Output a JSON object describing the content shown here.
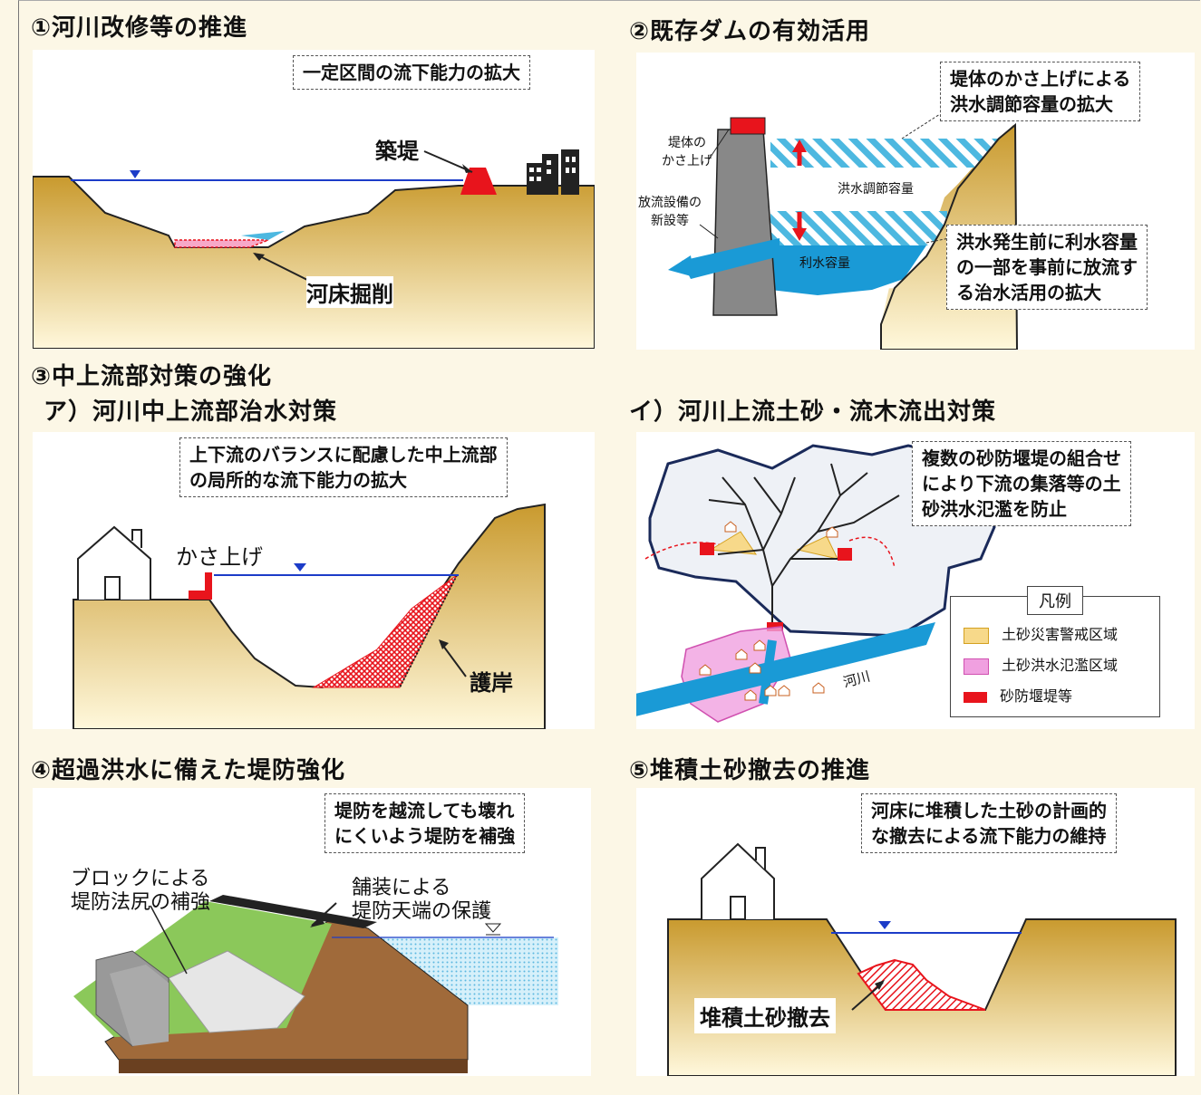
{
  "sections": {
    "s1": {
      "title": "①河川改修等の推進",
      "note": "一定区間の流下能力の拡大",
      "label_levee": "築堤",
      "label_excavation": "河床掘削"
    },
    "s2": {
      "title": "②既存ダムの有効活用",
      "note_top_line1": "堤体のかさ上げによる",
      "note_top_line2": "洪水調節容量の拡大",
      "note_bottom_line1": "洪水発生前に利水容量",
      "note_bottom_line2": "の一部を事前に放流す",
      "note_bottom_line3": "る治水活用の拡大",
      "label_raise_line1": "堤体の",
      "label_raise_line2": "かさ上げ",
      "label_outlet_line1": "放流設備の",
      "label_outlet_line2": "新設等",
      "label_flood_capacity": "洪水調節容量",
      "label_water_use": "利水容量"
    },
    "s3": {
      "title": "③中上流部対策の強化",
      "sub_a": "ア）河川中上流部治水対策",
      "sub_b": "イ）河川上流土砂・流木流出対策",
      "note_a_line1": "上下流のバランスに配慮した中上流部",
      "note_a_line2": "の局所的な流下能力の拡大",
      "label_raise": "かさ上げ",
      "label_revetment": "護岸",
      "note_b_line1": "複数の砂防堰堤の組合せ",
      "note_b_line2": "により下流の集落等の土",
      "note_b_line3": "砂洪水氾濫を防止",
      "label_river": "河川",
      "legend": {
        "title": "凡例",
        "items": [
          "土砂災害警戒区域",
          "土砂洪水氾濫区域",
          "砂防堰堤等"
        ]
      }
    },
    "s4": {
      "title": "④超過洪水に備えた堤防強化",
      "note_line1": "堤防を越流しても壊れ",
      "note_line2": "にくいよう堤防を補強",
      "label_block_line1": "ブロックによる",
      "label_block_line2": "堤防法尻の補強",
      "label_pave_line1": "舗装による",
      "label_pave_line2": "堤防天端の保護"
    },
    "s5": {
      "title": "⑤堆積土砂撤去の推進",
      "note_line1": "河床に堆積した土砂の計画的",
      "note_line2": "な撤去による流下能力の維持",
      "label_removal": "堆積土砂撤去"
    }
  },
  "colors": {
    "background": "#fcf7e6",
    "ground_top": "#c99a2e",
    "ground_bottom": "#fff8dc",
    "water": "#1a9ad6",
    "levee_red": "#e8141c",
    "flood_pink": "#f7a8c8",
    "hazard_yellow": "#f7d98a"
  }
}
